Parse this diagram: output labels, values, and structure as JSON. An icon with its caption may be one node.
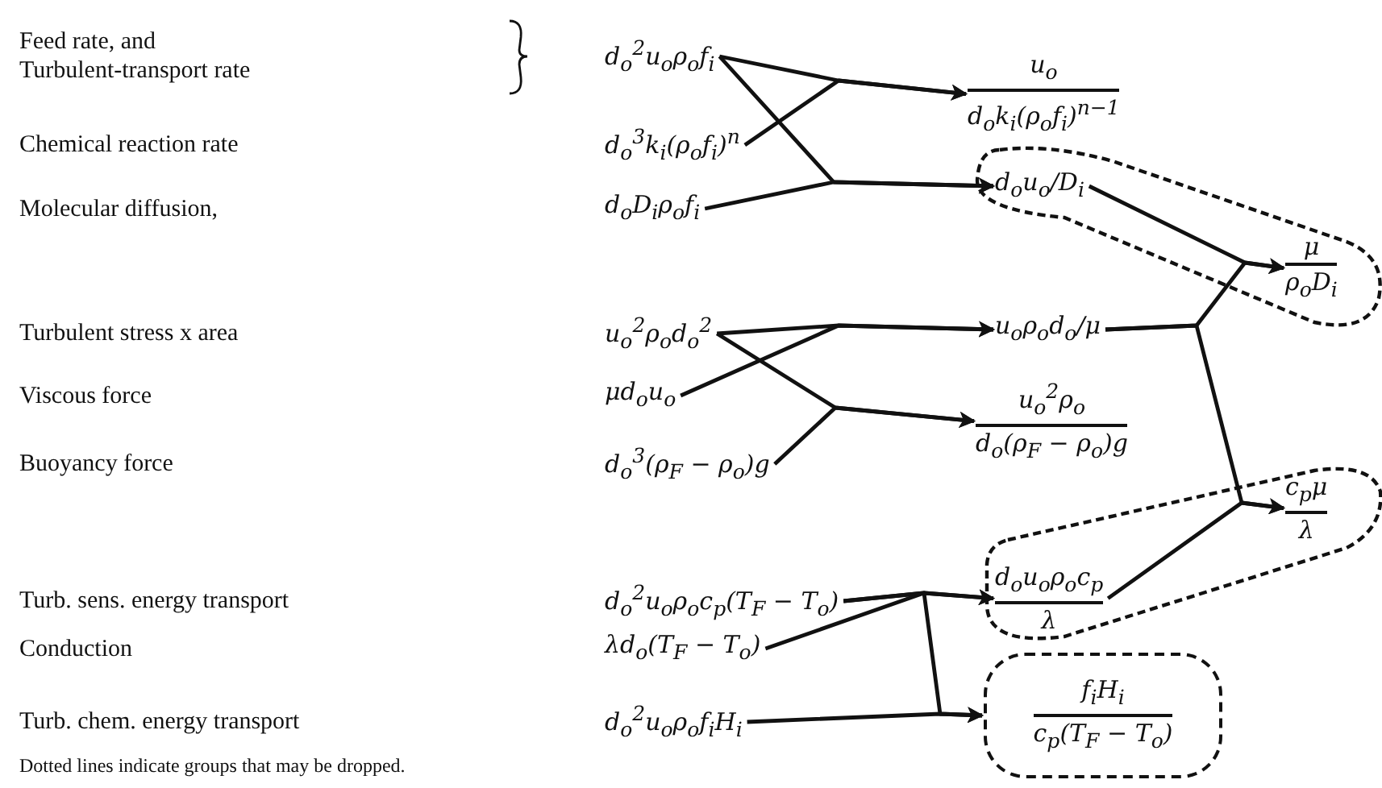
{
  "diagram": {
    "caption": "Dotted lines indicate groups that may be dropped.",
    "nodes": [
      {
        "text": [
          "d$_{o}$$^{2}$u$_{o}$ρ$_{o}$f$_{i}$"
        ],
        "beside": [
          "Feed rate, and Turbulent-transport rate"
        ]
      },
      {
        "text": [
          "d$_{o}$$^{3}$k$_{i}$(ρ$_{o}$f$_{i}$)$^{n}$"
        ],
        "beside": [
          "Chemical reaction rate"
        ]
      },
      {
        "text": [
          "d$_{o}$D$_{i}$ρ$_{o}$f$_{i}$"
        ],
        "beside": [
          "Molecular diffusion,"
        ]
      },
      {
        "text": [
          "u$_{o}$",
          "d$_{o}$k$_{i}$(ρ$_{o}$f$_{i}$)$^{n−1}$"
        ]
      },
      {
        "text": [],
        "shape": "loop"
      },
      {
        "text": [
          "d$_{o}$u$_{o}$/D$_{i}$"
        ],
        "in": 4
      },
      {
        "text": [
          "μ",
          "ρ$_{o}$D$_{i}$"
        ],
        "in": 4
      },
      {
        "text": [
          "u$_{o}$$^{2}$ρ$_{o}$d$_{o}$$^{2}$"
        ],
        "beside": [
          "Turbulent stress x area"
        ]
      },
      {
        "text": [
          "μd$_{o}$u$_{o}$"
        ],
        "beside": [
          "Viscous force"
        ]
      },
      {
        "text": [
          "d$_{o}$$^{3}$(ρ$_{F}$ − ρ$_{o}$)g"
        ],
        "beside": [
          "Buoyancy force"
        ]
      },
      {
        "text": [
          "u$_{o}$ρ$_{o}$d$_{o}$/μ"
        ]
      },
      {
        "text": [
          "u$_{o}$$^{2}$ρ$_{o}$",
          "d$_{o}$(ρ$_{F}$ − ρ$_{o}$)g"
        ]
      },
      {
        "text": [
          "d$_{o}$$^{2}$u$_{o}$ρ$_{o}$c$_{p}$(T$_{F}$ − T$_{o}$)"
        ],
        "beside": [
          "Turb. sens. energy transport"
        ]
      },
      {
        "text": [
          "λd$_{o}$(T$_{F}$ − T$_{o}$)"
        ],
        "beside": [
          "Conduction"
        ]
      },
      {
        "text": [
          "d$_{o}$$^{2}$u$_{o}$ρ$_{o}$f$_{i}$H$_{i}$"
        ],
        "beside": [
          "Turb. chem. energy transport"
        ]
      },
      {
        "text": [],
        "shape": "loop"
      },
      {
        "text": [
          "d$_{o}$u$_{o}$ρ$_{o}$c$_{p}$",
          "λ"
        ],
        "in": 15
      },
      {
        "text": [
          "c$_{p}$μ",
          "λ"
        ],
        "in": 15
      },
      {
        "text": [
          "f$_{i}$H$_{i}$",
          "c$_{p}$(T$_{F}$ − T$_{o}$)"
        ]
      }
    ],
    "edges": [
      {
        "from": 0,
        "to": 3,
        "arrow": "to"
      },
      {
        "from": 1,
        "to": 3,
        "arrow": "to"
      },
      {
        "from": 0,
        "to": 5,
        "arrow": "to"
      },
      {
        "from": 2,
        "to": 5,
        "arrow": "to"
      },
      {
        "from": 7,
        "to": 10,
        "arrow": "to"
      },
      {
        "from": 8,
        "to": 10,
        "arrow": "to"
      },
      {
        "from": 7,
        "to": 11,
        "arrow": "to"
      },
      {
        "from": 9,
        "to": 11,
        "arrow": "to"
      },
      {
        "from": 5,
        "to": 6,
        "arrow": "to"
      },
      {
        "from": 10,
        "to": 6,
        "arrow": "to"
      },
      {
        "from": 10,
        "to": 17,
        "arrow": "to"
      },
      {
        "from": 16,
        "to": 17,
        "arrow": "to"
      },
      {
        "from": 12,
        "to": 16,
        "arrow": "to"
      },
      {
        "from": 13,
        "to": 16,
        "arrow": "to"
      },
      {
        "from": 12,
        "to": 18,
        "arrow": "to"
      },
      {
        "from": 14,
        "to": 18,
        "arrow": "to"
      }
    ]
  }
}
